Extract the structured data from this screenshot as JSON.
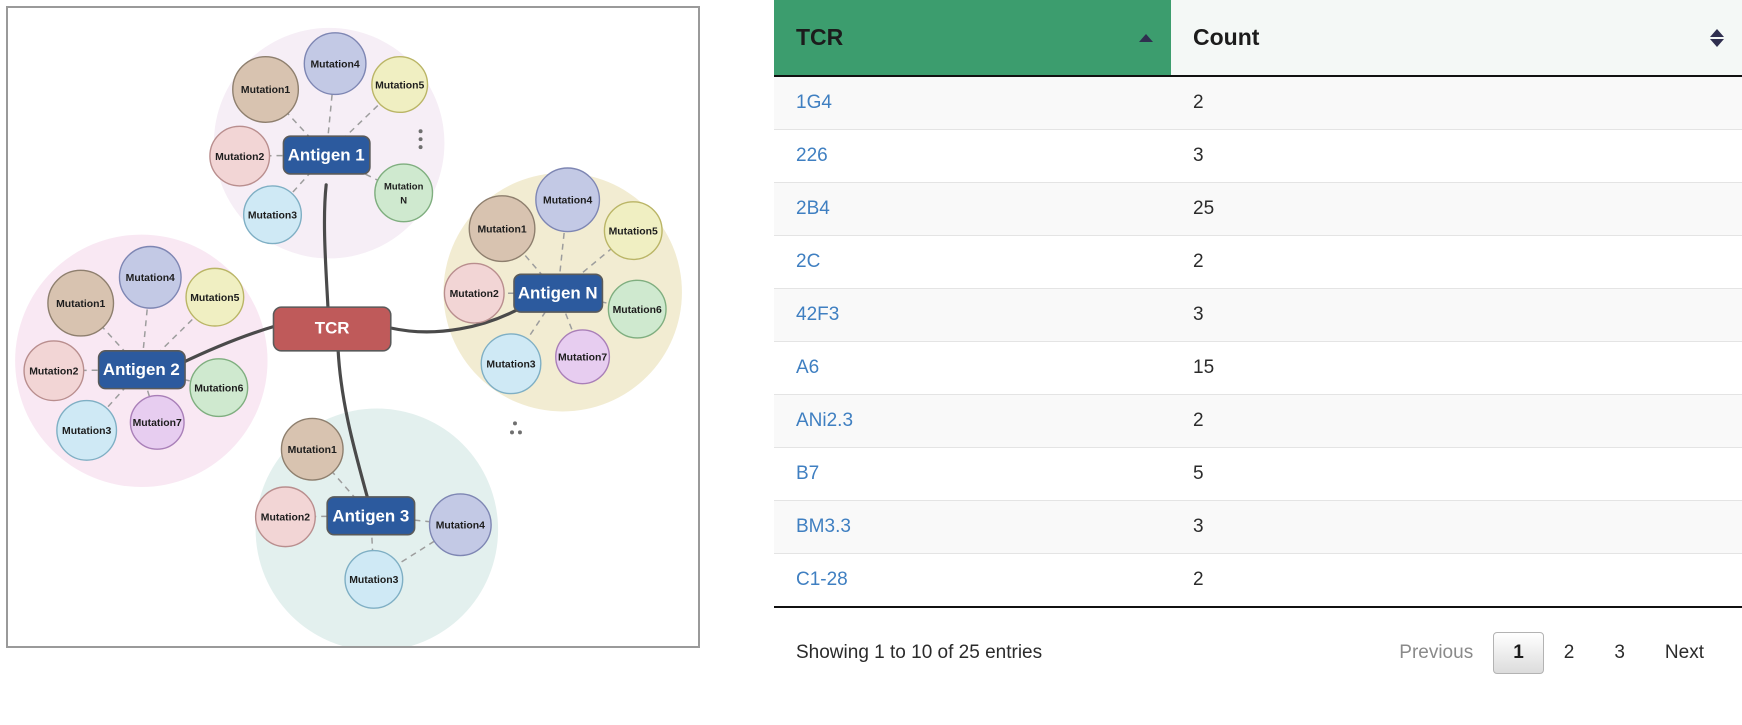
{
  "diagram": {
    "center_node": {
      "label": "TCR",
      "color": "#bf5a5a"
    },
    "clusters": [
      {
        "id": "antigen-1",
        "antigen_label": "Antigen 1",
        "halo_color": "#f6eef6",
        "mutations": [
          "Mutation1",
          "Mutation2",
          "Mutation3",
          "Mutation4",
          "Mutation5",
          "Mutation N"
        ]
      },
      {
        "id": "antigen-2",
        "antigen_label": "Antigen 2",
        "halo_color": "#f9e8f3",
        "mutations": [
          "Mutation1",
          "Mutation2",
          "Mutation3",
          "Mutation4",
          "Mutation5",
          "Mutation6",
          "Mutation7"
        ]
      },
      {
        "id": "antigen-n",
        "antigen_label": "Antigen N",
        "halo_color": "#f2ecd2",
        "mutations": [
          "Mutation1",
          "Mutation2",
          "Mutation3",
          "Mutation4",
          "Mutation5",
          "Mutation6",
          "Mutation7"
        ]
      },
      {
        "id": "antigen-3",
        "antigen_label": "Antigen 3",
        "halo_color": "#e3f0ee",
        "mutations": [
          "Mutation1",
          "Mutation2",
          "Mutation3",
          "Mutation4"
        ]
      }
    ],
    "antigen_node_color": "#2c5a9e",
    "mutation_palette": {
      "Mutation1": "#d8c3b0",
      "Mutation2": "#f2d5d5",
      "Mutation3": "#cfe9f5",
      "Mutation4": "#c3c9e5",
      "Mutation5": "#f0efc2",
      "Mutation6": "#cfe9cf",
      "Mutation7": "#e7cdf0",
      "Mutation N": "#cfe9cf"
    }
  },
  "table": {
    "columns": [
      {
        "key": "tcr",
        "label": "TCR",
        "sort": "asc",
        "sort_icon": "triangle-up-icon"
      },
      {
        "key": "count",
        "label": "Count",
        "sort": "none",
        "sort_icon": "sort-both-icon"
      }
    ],
    "rows": [
      {
        "tcr": "1G4",
        "count": "2"
      },
      {
        "tcr": "226",
        "count": "3"
      },
      {
        "tcr": "2B4",
        "count": "25"
      },
      {
        "tcr": "2C",
        "count": "2"
      },
      {
        "tcr": "42F3",
        "count": "3"
      },
      {
        "tcr": "A6",
        "count": "15"
      },
      {
        "tcr": "ANi2.3",
        "count": "2"
      },
      {
        "tcr": "B7",
        "count": "5"
      },
      {
        "tcr": "BM3.3",
        "count": "3"
      },
      {
        "tcr": "C1-28",
        "count": "2"
      }
    ],
    "footer": {
      "info": "Showing 1 to 10 of 25 entries",
      "previous_label": "Previous",
      "next_label": "Next",
      "pages": [
        "1",
        "2",
        "3"
      ],
      "current_page": "1"
    }
  }
}
